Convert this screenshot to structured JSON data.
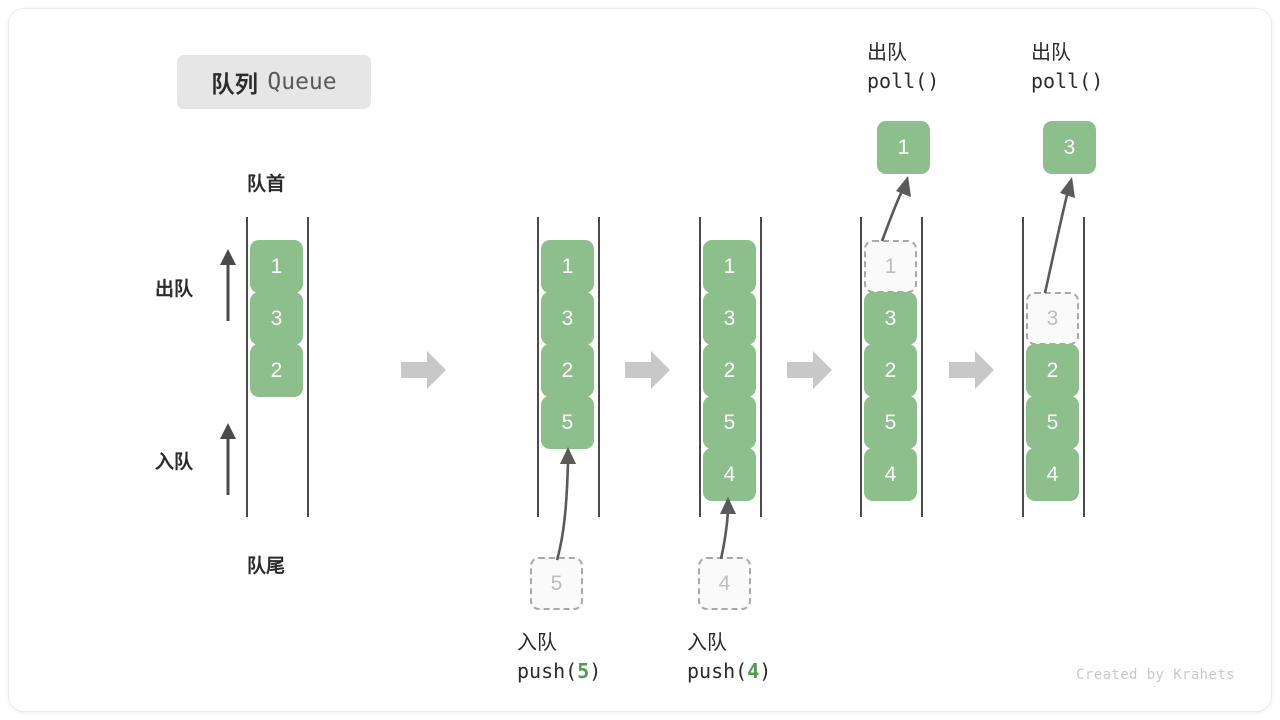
{
  "title": {
    "cn": "队列",
    "en": "Queue"
  },
  "axis_labels": {
    "head": "队首",
    "tail": "队尾",
    "dequeue": "出队",
    "enqueue": "入队"
  },
  "colors": {
    "node_fill": "#8cbf8b",
    "node_text": "#ffffff",
    "ghost_fill": "#fafafa",
    "ghost_border": "#a8a8a8",
    "ghost_text": "#bdbdbd",
    "rail": "#4a4a4a",
    "step_arrow": "#c8c8c8",
    "badge_bg": "#e6e6e6",
    "accent_number": "#4e9a51"
  },
  "columns": [
    {
      "id": "state-initial",
      "nodes": [
        "1",
        "3",
        "2"
      ],
      "ghost_index": -1
    },
    {
      "id": "state-after-push-5",
      "nodes": [
        "1",
        "3",
        "2",
        "5"
      ],
      "ghost_index": -1,
      "incoming": "5"
    },
    {
      "id": "state-after-push-4",
      "nodes": [
        "1",
        "3",
        "2",
        "5",
        "4"
      ],
      "ghost_index": -1,
      "incoming": "4"
    },
    {
      "id": "state-after-poll-1",
      "nodes": [
        "1",
        "3",
        "2",
        "5",
        "4"
      ],
      "ghost_index": 0,
      "outgoing": "1"
    },
    {
      "id": "state-after-poll-3",
      "nodes": [
        "",
        "3",
        "2",
        "5",
        "4"
      ],
      "ghost_index": 1,
      "outgoing": "3"
    }
  ],
  "operations": {
    "push5": {
      "cn": "入队",
      "code_prefix": "push(",
      "code_num": "5",
      "code_suffix": ")"
    },
    "push4": {
      "cn": "入队",
      "code_prefix": "push(",
      "code_num": "4",
      "code_suffix": ")"
    },
    "poll1": {
      "cn": "出队",
      "code": "poll()"
    },
    "poll2": {
      "cn": "出队",
      "code": "poll()"
    }
  },
  "popped": {
    "first": "1",
    "second": "3"
  },
  "incoming": {
    "first": "5",
    "second": "4"
  },
  "credit": "Created by Krahets"
}
